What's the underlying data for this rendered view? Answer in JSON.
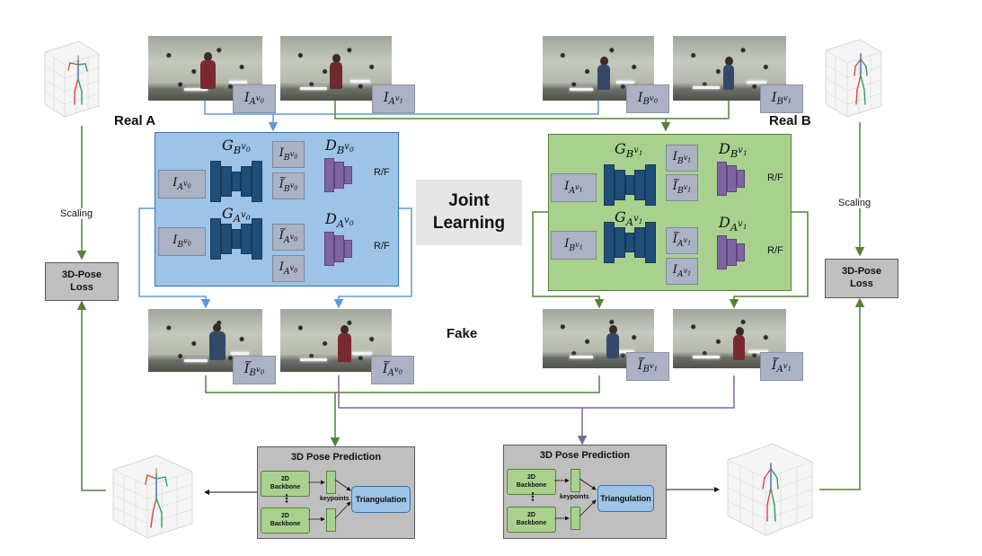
{
  "labels": {
    "real_a": "Real A",
    "real_b": "Real B",
    "fake": "Fake",
    "joint_line1": "Joint",
    "joint_line2": "Learning",
    "scaling": "Scaling",
    "loss_line1": "3D-Pose",
    "loss_line2": "Loss",
    "pred_title": "3D Pose Prediction",
    "backbone_line1": "2D",
    "backbone_line2": "Backbone",
    "keypoints": "keypoints",
    "triangulation": "Triangulation",
    "rf": "R/F",
    "vdots": "⋮"
  },
  "images": {
    "real_a_v0": {
      "base": "I",
      "sub": "A",
      "sup": "v",
      "supsub": "0",
      "tilde": false
    },
    "real_a_v1": {
      "base": "I",
      "sub": "A",
      "sup": "v",
      "supsub": "1",
      "tilde": false
    },
    "real_b_v0": {
      "base": "I",
      "sub": "B",
      "sup": "v",
      "supsub": "0",
      "tilde": false
    },
    "real_b_v1": {
      "base": "I",
      "sub": "B",
      "sup": "v",
      "supsub": "1",
      "tilde": false
    },
    "fake_b_v0": {
      "base": "I",
      "sub": "B",
      "sup": "v",
      "supsub": "0",
      "tilde": true
    },
    "fake_a_v0": {
      "base": "I",
      "sub": "A",
      "sup": "v",
      "supsub": "0",
      "tilde": true
    },
    "fake_b_v1": {
      "base": "I",
      "sub": "B",
      "sup": "v",
      "supsub": "1",
      "tilde": true
    },
    "fake_a_v1": {
      "base": "I",
      "sub": "A",
      "sup": "v",
      "supsub": "1",
      "tilde": true
    }
  },
  "panel_v0": {
    "gen_top": {
      "base": "G",
      "sub": "B",
      "sup": "v",
      "supsub": "0"
    },
    "gen_bottom": {
      "base": "G",
      "sub": "A",
      "sup": "v",
      "supsub": "0"
    },
    "disc_top": {
      "base": "D",
      "sub": "B",
      "sup": "v",
      "supsub": "0"
    },
    "disc_bottom": {
      "base": "D",
      "sub": "A",
      "sup": "v",
      "supsub": "0"
    },
    "in_top": {
      "base": "I",
      "sub": "A",
      "sup": "v",
      "supsub": "0",
      "tilde": false
    },
    "in_bottom": {
      "base": "I",
      "sub": "B",
      "sup": "v",
      "supsub": "0",
      "tilde": false
    },
    "d_top_1": {
      "base": "I",
      "sub": "B",
      "sup": "v",
      "supsub": "0",
      "tilde": false
    },
    "d_top_2": {
      "base": "I",
      "sub": "B",
      "sup": "v",
      "supsub": "0",
      "tilde": true
    },
    "d_bot_1": {
      "base": "I",
      "sub": "A",
      "sup": "v",
      "supsub": "0",
      "tilde": true
    },
    "d_bot_2": {
      "base": "I",
      "sub": "A",
      "sup": "v",
      "supsub": "0",
      "tilde": false
    }
  },
  "panel_v1": {
    "gen_top": {
      "base": "G",
      "sub": "B",
      "sup": "v",
      "supsub": "1"
    },
    "gen_bottom": {
      "base": "G",
      "sub": "A",
      "sup": "v",
      "supsub": "1"
    },
    "disc_top": {
      "base": "D",
      "sub": "B",
      "sup": "v",
      "supsub": "1"
    },
    "disc_bottom": {
      "base": "D",
      "sub": "A",
      "sup": "v",
      "supsub": "1"
    },
    "in_top": {
      "base": "I",
      "sub": "A",
      "sup": "v",
      "supsub": "1",
      "tilde": false
    },
    "in_bottom": {
      "base": "I",
      "sub": "B",
      "sup": "v",
      "supsub": "1",
      "tilde": false
    },
    "d_top_1": {
      "base": "I",
      "sub": "B",
      "sup": "v",
      "supsub": "1",
      "tilde": false
    },
    "d_top_2": {
      "base": "I",
      "sub": "B",
      "sup": "v",
      "supsub": "1",
      "tilde": true
    },
    "d_bot_1": {
      "base": "I",
      "sub": "A",
      "sup": "v",
      "supsub": "1",
      "tilde": true
    },
    "d_bot_2": {
      "base": "I",
      "sub": "A",
      "sup": "v",
      "supsub": "1",
      "tilde": false
    }
  },
  "colors": {
    "blue_line": "#5b9bd5",
    "green_line": "#548235",
    "purple_line": "#8064a2",
    "blue_panel": "#9dc3e6",
    "green_panel": "#a9d18e",
    "generator": "#1f4e79",
    "discriminator": "#8064a2"
  }
}
